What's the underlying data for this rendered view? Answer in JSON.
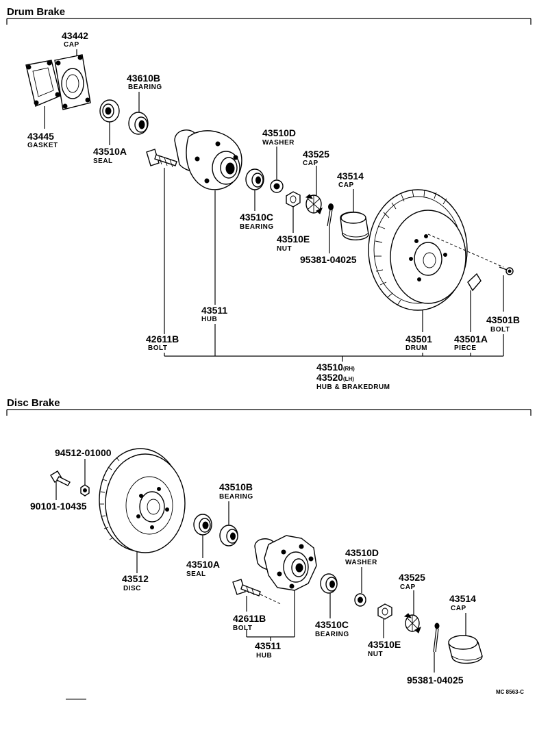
{
  "drum": {
    "title": "Drum Brake",
    "p43442": {
      "num": "43442",
      "name": "CAP"
    },
    "p43445": {
      "num": "43445",
      "name": "GASKET"
    },
    "p43610B": {
      "num": "43610B",
      "name": "BEARING"
    },
    "p43510A": {
      "num": "43510A",
      "name": "SEAL"
    },
    "p43510D": {
      "num": "43510D",
      "name": "WASHER"
    },
    "p43525": {
      "num": "43525",
      "name": "CAP"
    },
    "p43514": {
      "num": "43514",
      "name": "CAP"
    },
    "p43510C": {
      "num": "43510C",
      "name": "BEARING"
    },
    "p43510E": {
      "num": "43510E",
      "name": "NUT"
    },
    "p95381": {
      "num": "95381-04025"
    },
    "p43511": {
      "num": "43511",
      "name": "HUB"
    },
    "p42611B": {
      "num": "42611B",
      "name": "BOLT"
    },
    "p43501": {
      "num": "43501",
      "name": "DRUM"
    },
    "p43501A": {
      "num": "43501A",
      "name": "PIECE"
    },
    "p43501B": {
      "num": "43501B",
      "name": "BOLT"
    },
    "assy": {
      "num1": "43510",
      "suffix1": "(RH)",
      "num2": "43520",
      "suffix2": "(LH)",
      "name": "HUB & BRAKEDRUM"
    }
  },
  "disc": {
    "title": "Disc Brake",
    "p94512": {
      "num": "94512-01000"
    },
    "p90101": {
      "num": "90101-10435"
    },
    "p43512": {
      "num": "43512",
      "name": "DISC"
    },
    "p43510B": {
      "num": "43510B",
      "name": "BEARING"
    },
    "p43510A": {
      "num": "43510A",
      "name": "SEAL"
    },
    "p42611B": {
      "num": "42611B",
      "name": "BOLT"
    },
    "p43511": {
      "num": "43511",
      "name": "HUB"
    },
    "p43510C": {
      "num": "43510C",
      "name": "BEARING"
    },
    "p43510D": {
      "num": "43510D",
      "name": "WASHER"
    },
    "p43510E": {
      "num": "43510E",
      "name": "NUT"
    },
    "p43525": {
      "num": "43525",
      "name": "CAP"
    },
    "p43514": {
      "num": "43514",
      "name": "CAP"
    },
    "p95381": {
      "num": "95381-04025"
    }
  },
  "footer": {
    "code": "MC  8563-C"
  }
}
